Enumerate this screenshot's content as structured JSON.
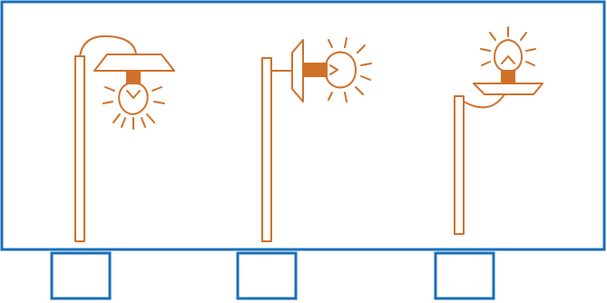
{
  "colors": {
    "frame": "#1a6fb8",
    "lamp_outline": "#d0712a",
    "background": "#ffffff"
  },
  "panel": {
    "name": "street-lamp-panel"
  },
  "lamps": [
    {
      "name": "lamp-pendant-under-shade",
      "shade": "hanging-dish-above-bulb",
      "bulb": "downward"
    },
    {
      "name": "lamp-wall-side-shade",
      "shade": "vertical-reflector-beside-bulb",
      "bulb": "sideways"
    },
    {
      "name": "lamp-bowl-upward",
      "shade": "bowl-below-bulb",
      "bulb": "upward"
    }
  ],
  "answer_boxes": [
    {
      "name": "answer-box-1",
      "value": ""
    },
    {
      "name": "answer-box-2",
      "value": ""
    },
    {
      "name": "answer-box-3",
      "value": ""
    }
  ]
}
